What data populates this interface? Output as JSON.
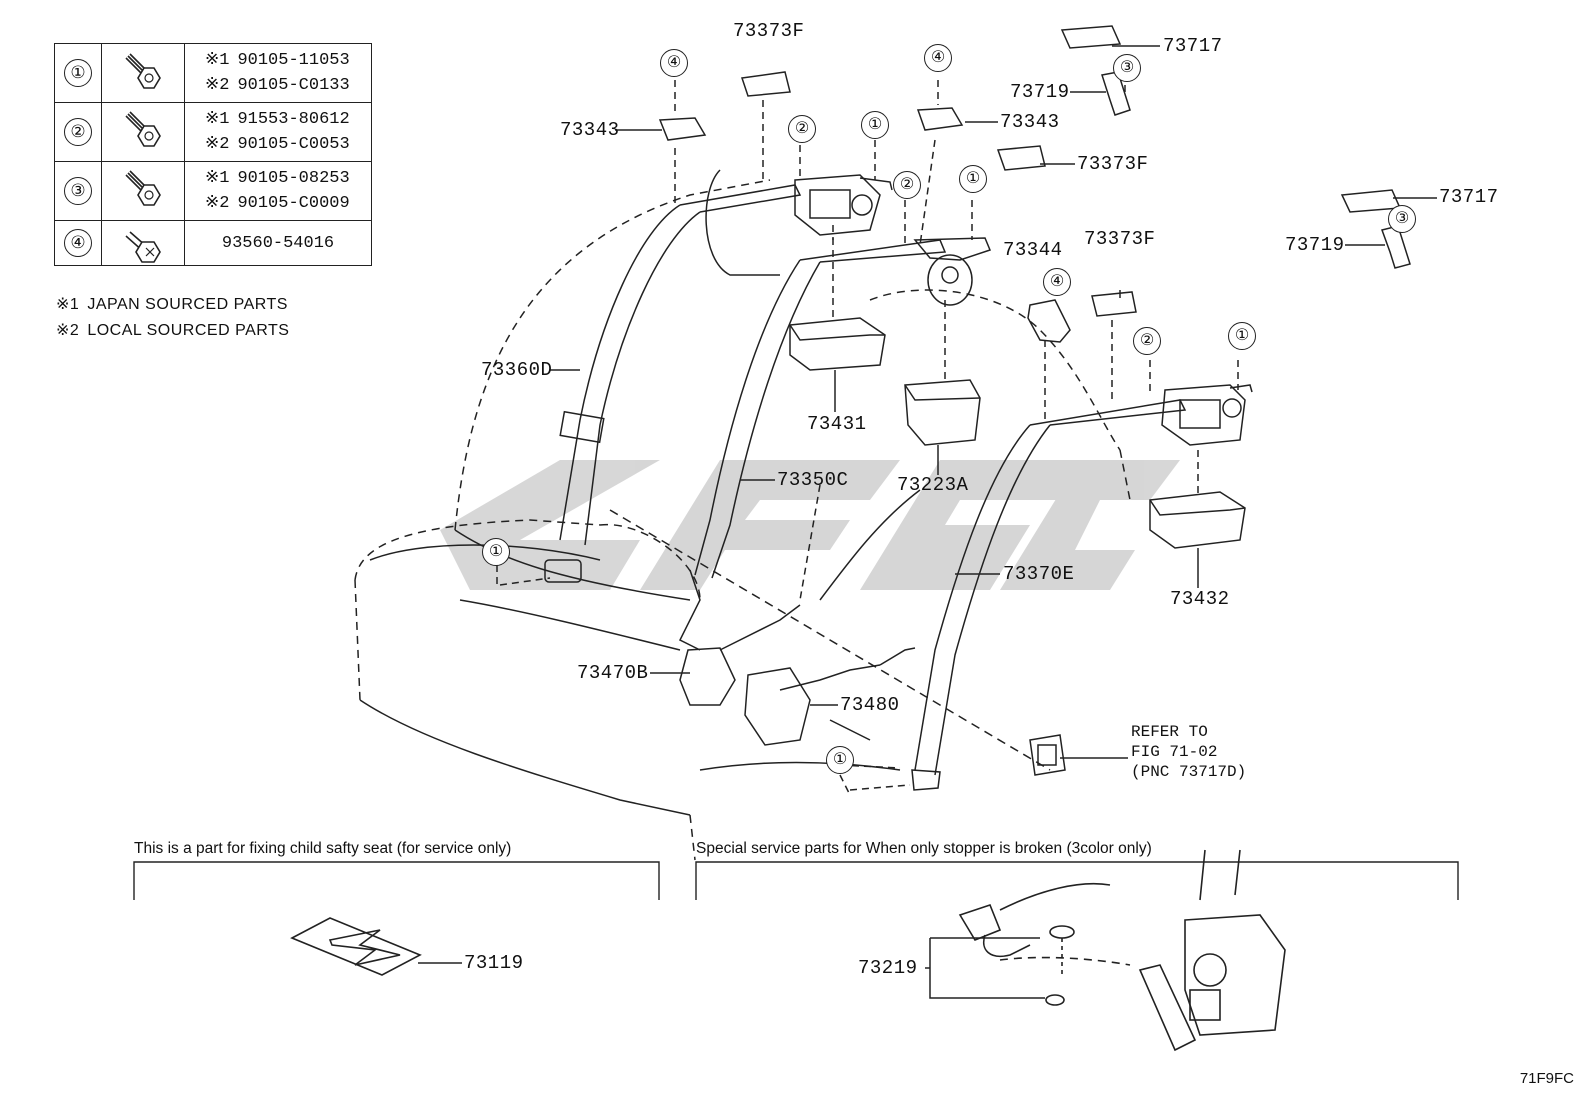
{
  "legend": {
    "rows": [
      {
        "symbol": "①",
        "icon": "hex-bolt-icon",
        "parts": [
          {
            "mark": "※1",
            "number": "90105-11053"
          },
          {
            "mark": "※2",
            "number": "90105-C0133"
          }
        ]
      },
      {
        "symbol": "②",
        "icon": "hex-bolt-icon",
        "parts": [
          {
            "mark": "※1",
            "number": "91553-80612"
          },
          {
            "mark": "※2",
            "number": "90105-C0053"
          }
        ]
      },
      {
        "symbol": "③",
        "icon": "hex-bolt-icon",
        "parts": [
          {
            "mark": "※1",
            "number": "90105-08253"
          },
          {
            "mark": "※2",
            "number": "90105-C0009"
          }
        ]
      },
      {
        "symbol": "④",
        "icon": "tapping-screw-icon",
        "parts": [
          {
            "mark": "",
            "number": "93560-54016"
          }
        ]
      }
    ],
    "notes": [
      {
        "mark": "※1",
        "text": "JAPAN SOURCED PARTS"
      },
      {
        "mark": "※2",
        "text": "LOCAL SOURCED PARTS"
      }
    ]
  },
  "callouts": {
    "c73373F_top": "73373F",
    "c73343_left": "73343",
    "c73343_right": "73343",
    "c73717_top": "73717",
    "c73719_top": "73719",
    "c73373F_mid": "73373F",
    "c73717_right": "73717",
    "c73719_right": "73719",
    "c73344": "73344",
    "c73373F_low": "73373F",
    "c73360D": "73360D",
    "c73431": "73431",
    "c73350C": "73350C",
    "c73223A": "73223A",
    "c73432": "73432",
    "c73370E": "73370E",
    "c73470B": "73470B",
    "c73480": "73480",
    "c73119": "73119",
    "c73219": "73219"
  },
  "fastener_marks": {
    "one": "①",
    "two": "②",
    "three": "③",
    "four": "④"
  },
  "refer": {
    "line1": "REFER TO",
    "line2": "FIG 71-02",
    "line3": "(PNC 73717D)"
  },
  "sections": {
    "child_seat": "This is a part for fixing child safty seat (for service only)",
    "stopper": "Special service parts for When only stopper is broken (3color only)"
  },
  "figure_code": "71F9FC"
}
